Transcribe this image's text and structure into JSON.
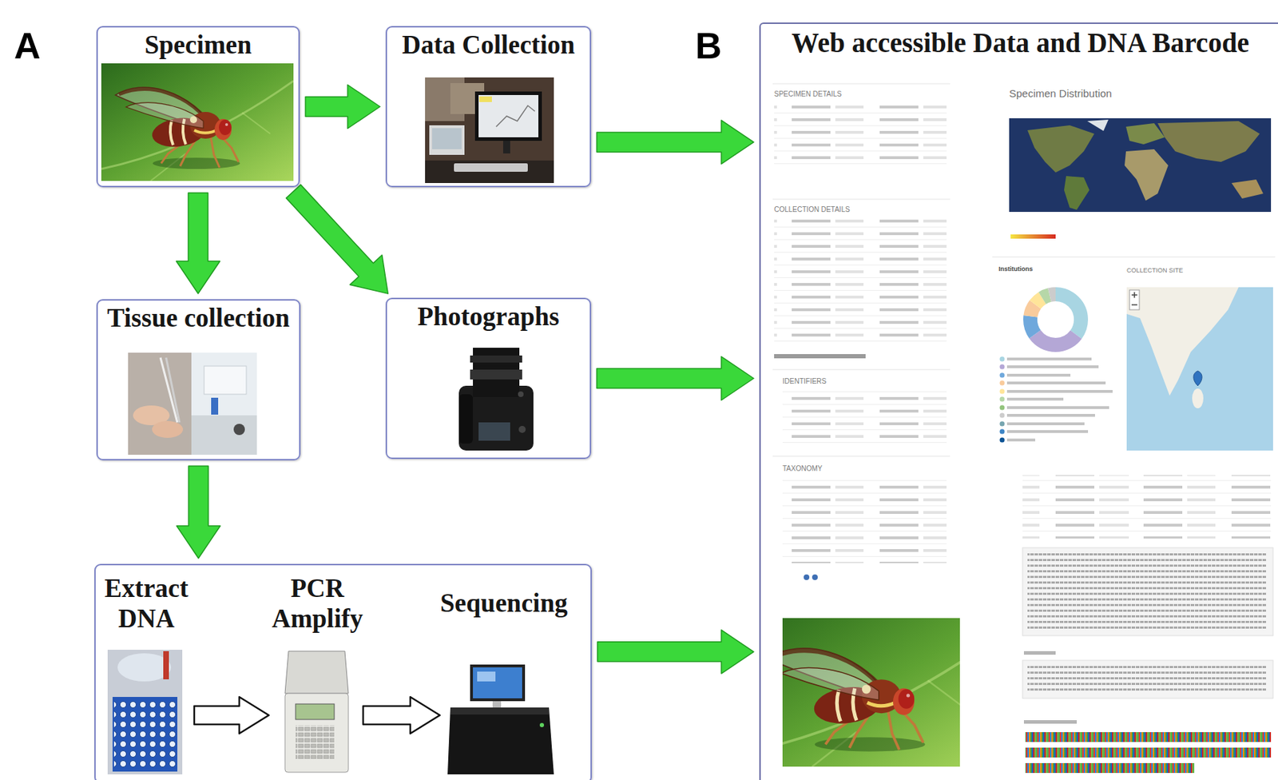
{
  "diagram": {
    "nodes": [
      {
        "text": [
          "Specimen"
        ]
      },
      {
        "text": [
          "Data Collection"
        ]
      },
      {
        "text": [
          "Tissue collection"
        ]
      },
      {
        "text": [
          "Photographs"
        ]
      },
      {
        "text": [
          "Extract DNA",
          "PCR Amplify",
          "Sequencing"
        ]
      },
      {
        "text": [
          "Web accessible Data and DNA Barcode"
        ]
      }
    ],
    "edges": [
      {
        "from": 0,
        "to": 1,
        "arrow": "to"
      },
      {
        "from": 0,
        "to": 2,
        "arrow": "to"
      },
      {
        "from": 0,
        "to": 3,
        "arrow": "to"
      },
      {
        "from": 2,
        "to": 4,
        "arrow": "to"
      },
      {
        "from": 1,
        "to": 5,
        "arrow": "to"
      },
      {
        "from": 3,
        "to": 5,
        "arrow": "to"
      },
      {
        "from": 4,
        "to": 5,
        "arrow": "to"
      }
    ],
    "labels": [
      "A",
      "B",
      "SPECIMEN DETAILS",
      "COLLECTION DETAILS",
      "IDENTIFIERS",
      "TAXONOMY",
      "Specimen Distribution",
      "Institutions",
      "COLLECTION SITE"
    ]
  }
}
